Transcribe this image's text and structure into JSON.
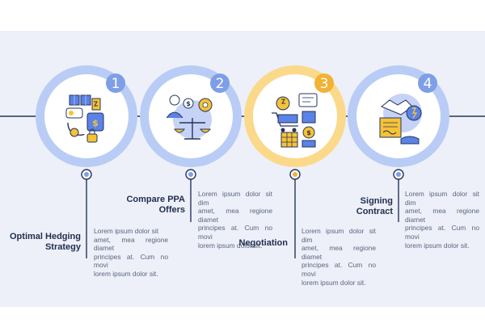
{
  "colors": {
    "background": "#edf0f8",
    "line": "#27345b",
    "blue": "#7f9ee8",
    "blue_light": "#b8ccf5",
    "orange": "#f2b234",
    "orange_light": "#fbd98a",
    "icon_fill": "#5b82e6",
    "icon_accent": "#f6c236",
    "title_text": "#1f2d4e",
    "body_text": "#5a6480"
  },
  "steps": [
    {
      "number": "1",
      "title": [
        "Optimal Hedging",
        "Strategy"
      ],
      "body": [
        "Lorem ipsum dolor sit",
        "amet, mea regione diamet",
        "principes at. Cum no movi",
        "lorem ipsum dolor sit."
      ],
      "icon": "hedging-strategy-icon",
      "accent": "blue"
    },
    {
      "number": "2",
      "title": [
        "Compare PPA",
        "Offers"
      ],
      "body": [
        "Lorem ipsum dolor sit dim",
        "amet, mea regione diamet",
        "principes at. Cum no movi",
        "lorem ipsum dolor sit."
      ],
      "icon": "compare-offers-icon",
      "accent": "blue"
    },
    {
      "number": "3",
      "title": [
        "Negotiation"
      ],
      "body": [
        "Lorem ipsum dolor sit dim",
        "amet, mea regione diamet",
        "principes at. Cum no movi",
        "lorem ipsum dolor sit."
      ],
      "icon": "negotiation-icon",
      "accent": "orange"
    },
    {
      "number": "4",
      "title": [
        "Signing",
        "Contract"
      ],
      "body": [
        "Lorem ipsum dolor sit dim",
        "amet, mea regione diamet",
        "principes at. Cum no movi",
        "lorem ipsum dolor sit."
      ],
      "icon": "signing-contract-icon",
      "accent": "blue"
    }
  ]
}
